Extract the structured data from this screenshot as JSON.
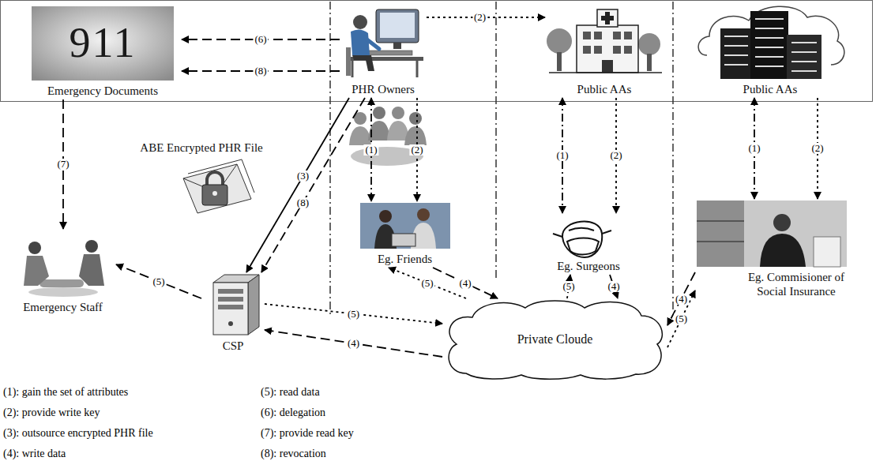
{
  "diagram": {
    "nodes": [
      {
        "text": [
          "911",
          "Emergency Documents"
        ]
      },
      {
        "text": [
          "PHR Owners"
        ]
      },
      {
        "text": [
          "Public AAs"
        ]
      },
      {
        "text": [
          "Public AAs"
        ]
      },
      {
        "text": [
          "ABE Encrypted PHR File"
        ]
      },
      {
        "text": [
          "Eg. Friends"
        ]
      },
      {
        "text": [
          "Eg. Surgeons"
        ]
      },
      {
        "text": [
          "Eg. Commisioner of Social Insurance"
        ]
      },
      {
        "text": [
          "Emergency Staff"
        ]
      },
      {
        "text": [
          "CSP"
        ]
      },
      {
        "text": [
          "Private Cloude"
        ]
      }
    ],
    "edges": [
      {
        "from": 1,
        "to": 0,
        "label": "(6)",
        "arrow": "to"
      },
      {
        "from": 1,
        "to": 0,
        "label": "(8)",
        "arrow": "to"
      },
      {
        "from": 1,
        "to": 2,
        "label": "(2)",
        "arrow": "to"
      },
      {
        "from": 0,
        "to": 8,
        "label": "(7)",
        "arrow": "to"
      },
      {
        "from": 1,
        "to": 9,
        "label": "(3)",
        "arrow": "to"
      },
      {
        "from": 1,
        "to": 9,
        "label": "(8)",
        "arrow": "to"
      },
      {
        "from": 1,
        "to": 5,
        "label": "(1)",
        "arrow": "both"
      },
      {
        "from": 1,
        "to": 5,
        "label": "(2)",
        "arrow": "to"
      },
      {
        "from": 2,
        "to": 6,
        "label": "(1)",
        "arrow": "both"
      },
      {
        "from": 2,
        "to": 6,
        "label": "(2)",
        "arrow": "to"
      },
      {
        "from": 3,
        "to": 7,
        "label": "(1)",
        "arrow": "both"
      },
      {
        "from": 3,
        "to": 7,
        "label": "(2)",
        "arrow": "to"
      },
      {
        "from": 9,
        "to": 8,
        "label": "(5)",
        "arrow": "to"
      },
      {
        "from": 9,
        "to": 10,
        "label": "(5)",
        "arrow": "to"
      },
      {
        "from": 10,
        "to": 9,
        "label": "(4)",
        "arrow": "to"
      },
      {
        "from": 10,
        "to": 5,
        "label": "(5)",
        "arrow": "to"
      },
      {
        "from": 5,
        "to": 10,
        "label": "(4)",
        "arrow": "to"
      },
      {
        "from": 10,
        "to": 6,
        "label": "(5)",
        "arrow": "to"
      },
      {
        "from": 6,
        "to": 10,
        "label": "(4)",
        "arrow": "to"
      },
      {
        "from": 7,
        "to": 10,
        "label": "(4)",
        "arrow": "to"
      },
      {
        "from": 10,
        "to": 7,
        "label": "(5)",
        "arrow": "to"
      }
    ],
    "legend": [
      {
        "text": "(1): gain the set of attributes"
      },
      {
        "text": "(2): provide write key"
      },
      {
        "text": "(3): outsource encrypted PHR file"
      },
      {
        "text": "(4): write data"
      },
      {
        "text": "(5): read data"
      },
      {
        "text": "(6): delegation"
      },
      {
        "text": "(7): provide read key"
      },
      {
        "text": "(8): revocation"
      }
    ]
  }
}
